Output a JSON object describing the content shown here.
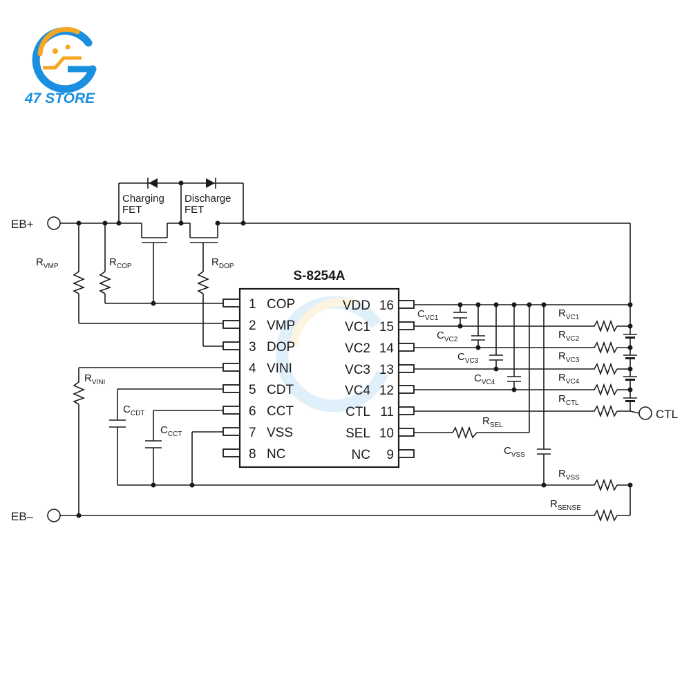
{
  "brand": {
    "name": "47 STORE",
    "color": "#1a8fe0",
    "accent": "#f5a623"
  },
  "ic": {
    "name": "S-8254A",
    "left_pins": [
      {
        "num": "1",
        "name": "COP"
      },
      {
        "num": "2",
        "name": "VMP"
      },
      {
        "num": "3",
        "name": "DOP"
      },
      {
        "num": "4",
        "name": "VINI"
      },
      {
        "num": "5",
        "name": "CDT"
      },
      {
        "num": "6",
        "name": "CCT"
      },
      {
        "num": "7",
        "name": "VSS"
      },
      {
        "num": "8",
        "name": "NC"
      }
    ],
    "right_pins": [
      {
        "num": "16",
        "name": "VDD"
      },
      {
        "num": "15",
        "name": "VC1"
      },
      {
        "num": "14",
        "name": "VC2"
      },
      {
        "num": "13",
        "name": "VC3"
      },
      {
        "num": "12",
        "name": "VC4"
      },
      {
        "num": "11",
        "name": "CTL"
      },
      {
        "num": "10",
        "name": "SEL"
      },
      {
        "num": "9",
        "name": "NC"
      }
    ]
  },
  "terminals": {
    "eb_plus": "EB+",
    "eb_minus": "EB–",
    "ctl": "CTL"
  },
  "fets": {
    "charging": [
      "Charging",
      "FET"
    ],
    "discharge": [
      "Discharge",
      "FET"
    ]
  },
  "components": {
    "r_vmp": {
      "main": "R",
      "sub": "VMP"
    },
    "r_cop": {
      "main": "R",
      "sub": "COP"
    },
    "r_dop": {
      "main": "R",
      "sub": "DOP"
    },
    "r_vini": {
      "main": "R",
      "sub": "VINI"
    },
    "c_cdt": {
      "main": "C",
      "sub": "CDT"
    },
    "c_cct": {
      "main": "C",
      "sub": "CCT"
    },
    "c_vc1": {
      "main": "C",
      "sub": "VC1"
    },
    "c_vc2": {
      "main": "C",
      "sub": "VC2"
    },
    "c_vc3": {
      "main": "C",
      "sub": "VC3"
    },
    "c_vc4": {
      "main": "C",
      "sub": "VC4"
    },
    "c_vss": {
      "main": "C",
      "sub": "VSS"
    },
    "r_sel": {
      "main": "R",
      "sub": "SEL"
    },
    "r_vc1": {
      "main": "R",
      "sub": "VC1"
    },
    "r_vc2": {
      "main": "R",
      "sub": "VC2"
    },
    "r_vc3": {
      "main": "R",
      "sub": "VC3"
    },
    "r_vc4": {
      "main": "R",
      "sub": "VC4"
    },
    "r_ctl": {
      "main": "R",
      "sub": "CTL"
    },
    "r_vss": {
      "main": "R",
      "sub": "VSS"
    },
    "r_sense": {
      "main": "R",
      "sub": "SENSE"
    }
  }
}
